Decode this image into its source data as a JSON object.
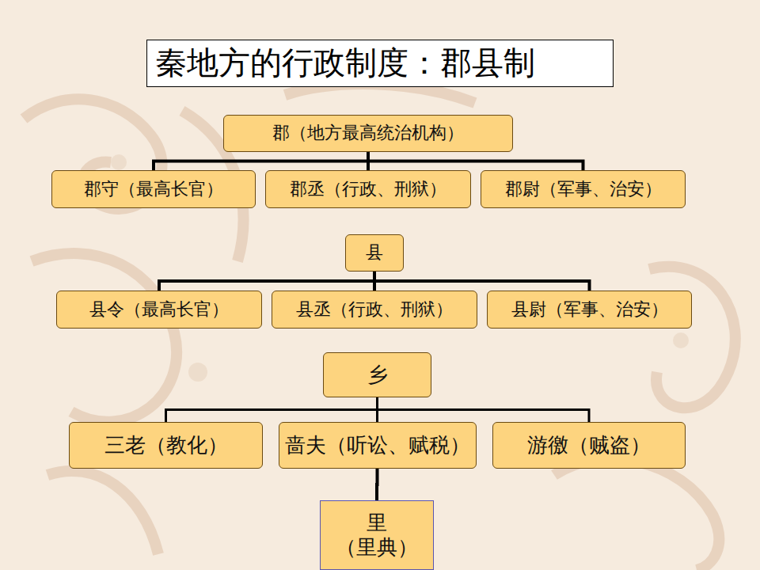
{
  "diagram": {
    "title": "秦地方的行政制度：郡县制",
    "nodes": [
      {
        "text": [
          "郡（地方最高统治机构）"
        ]
      },
      {
        "text": [
          "郡守（最高长官）"
        ]
      },
      {
        "text": [
          "郡丞（行政、刑狱）"
        ]
      },
      {
        "text": [
          "郡尉（军事、治安）"
        ]
      },
      {
        "text": [
          "县"
        ]
      },
      {
        "text": [
          "县令（最高长官）"
        ]
      },
      {
        "text": [
          "县丞（行政、刑狱）"
        ]
      },
      {
        "text": [
          "县尉（军事、治安）"
        ]
      },
      {
        "text": [
          "乡"
        ]
      },
      {
        "text": [
          "三老（教化）"
        ]
      },
      {
        "text": [
          "啬夫（听讼、赋税）"
        ]
      },
      {
        "text": [
          "游徼（贼盗）"
        ]
      },
      {
        "text": [
          "里",
          "（里典）"
        ]
      }
    ],
    "edges": [
      {
        "from": 0,
        "to": 1,
        "arrow": "none"
      },
      {
        "from": 0,
        "to": 2,
        "arrow": "none"
      },
      {
        "from": 0,
        "to": 3,
        "arrow": "none"
      },
      {
        "from": 4,
        "to": 5,
        "arrow": "none"
      },
      {
        "from": 4,
        "to": 6,
        "arrow": "none"
      },
      {
        "from": 4,
        "to": 7,
        "arrow": "none"
      },
      {
        "from": 8,
        "to": 9,
        "arrow": "none"
      },
      {
        "from": 8,
        "to": 10,
        "arrow": "none"
      },
      {
        "from": 8,
        "to": 11,
        "arrow": "none"
      },
      {
        "from": 10,
        "to": 12,
        "arrow": "none"
      }
    ]
  }
}
